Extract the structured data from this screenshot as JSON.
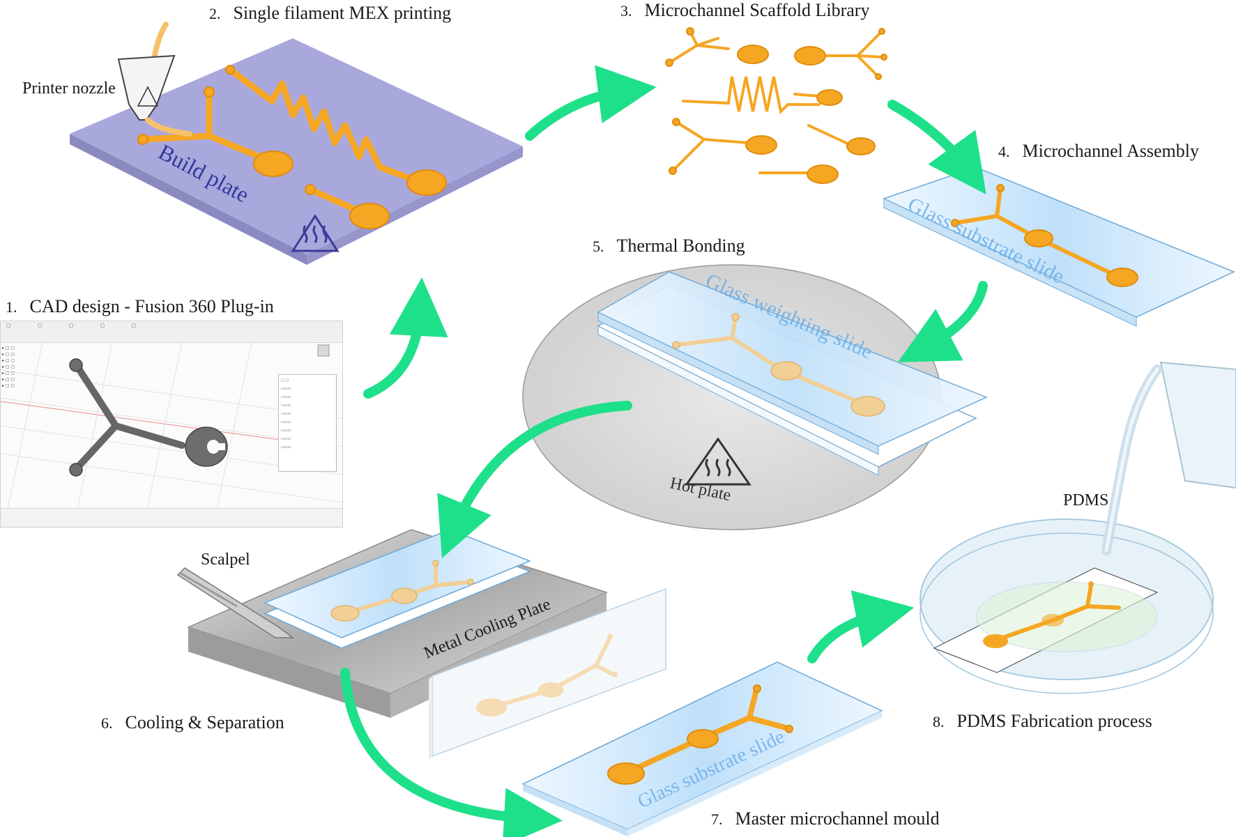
{
  "labels": {
    "step1": {
      "num": "1.",
      "text": "CAD design - Fusion 360 Plug-in"
    },
    "step2": {
      "num": "2.",
      "text": "Single filament MEX printing"
    },
    "step3": {
      "num": "3.",
      "text": "Microchannel Scaffold Library"
    },
    "step4": {
      "num": "4.",
      "text": "Microchannel Assembly"
    },
    "step5": {
      "num": "5.",
      "text": "Thermal Bonding"
    },
    "step6": {
      "num": "6.",
      "text": "Cooling & Separation"
    },
    "step7": {
      "num": "7.",
      "text": "Master microchannel mould"
    },
    "step8": {
      "num": "8.",
      "text": "PDMS Fabrication process"
    }
  },
  "annotations": {
    "printer_nozzle": "Printer nozzle",
    "build_plate": "Build plate",
    "glass_substrate_slide": "Glass substrate slide",
    "glass_weighting_slide": "Glass weighting slide",
    "hot_plate": "Hot plate",
    "scalpel": "Scalpel",
    "metal_cooling_plate": "Metal Cooling Plate",
    "pdms": "PDMS"
  },
  "colors": {
    "arrow": "#1ee08a",
    "filament": "#f5a623",
    "build_plate": "#a9a8dc",
    "glass": "#d7ebfa",
    "hot_plate": "#d6d6d6",
    "metal": "#c4c4c4",
    "text_blue": "#3a7bd5"
  }
}
